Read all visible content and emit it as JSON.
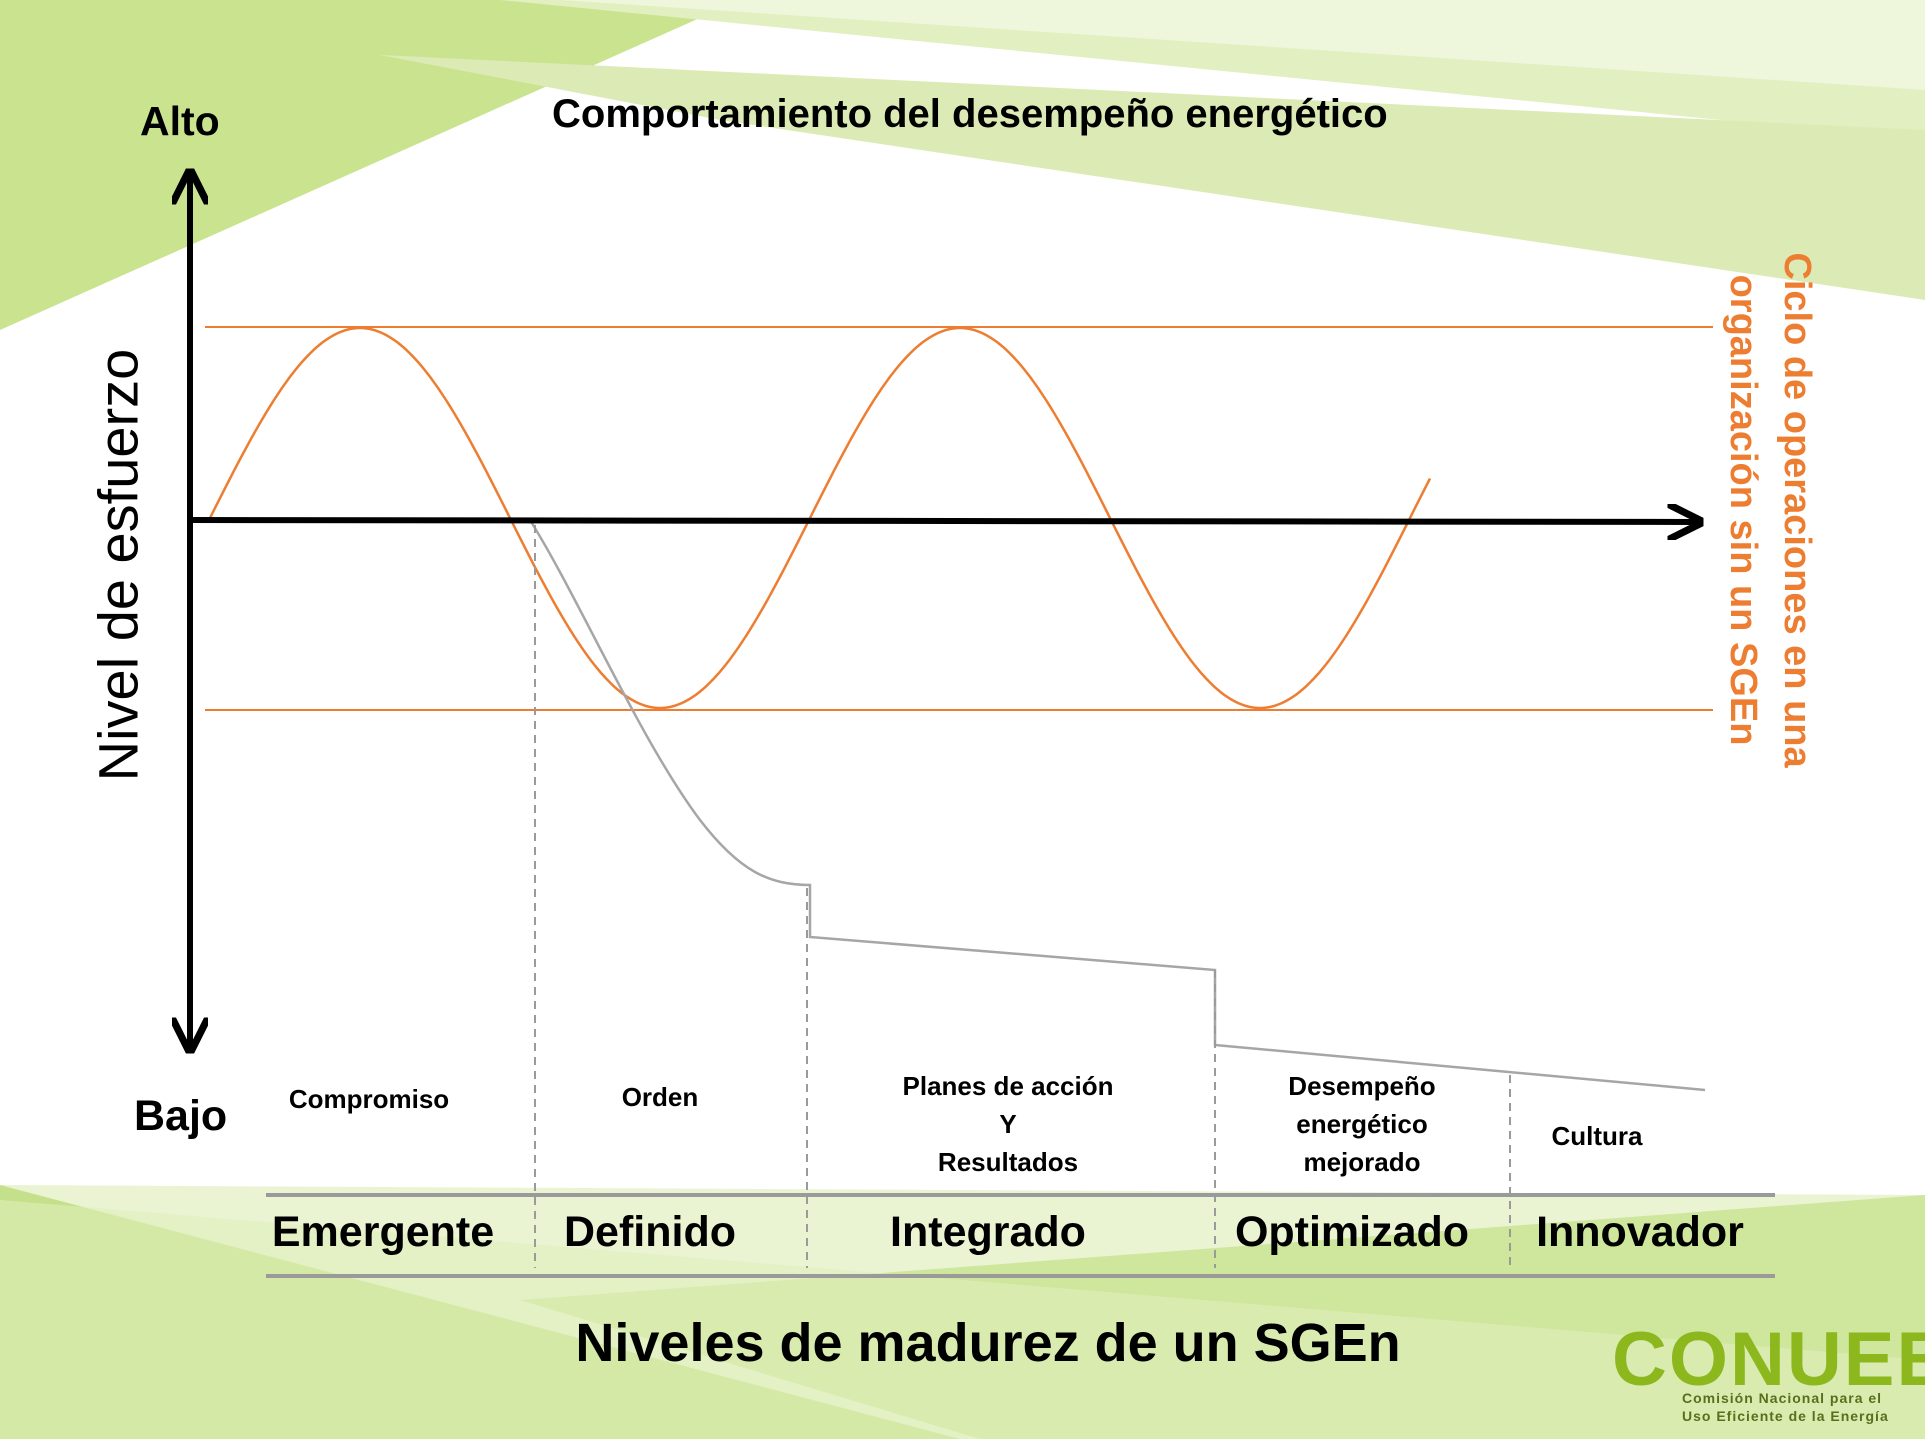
{
  "title": "Comportamiento del desempeño energético",
  "y_axis": {
    "label": "Nivel de esfuerzo",
    "high": "Alto",
    "low": "Bajo"
  },
  "cycle_label": [
    "Ciclo de operaciones en una",
    "organización sin un SGEn"
  ],
  "stages": [
    {
      "lines": [
        "Compromiso"
      ]
    },
    {
      "lines": [
        "Orden"
      ]
    },
    {
      "lines": [
        "Planes de acción",
        "Y",
        "Resultados"
      ]
    },
    {
      "lines": [
        "Desempeño",
        "energético",
        "mejorado"
      ]
    },
    {
      "lines": [
        "Cultura"
      ]
    }
  ],
  "levels": [
    "Emergente",
    "Definido",
    "Integrado",
    "Optimizado",
    "Innovador"
  ],
  "bottom_title": "Niveles de madurez de un SGEn",
  "logo": {
    "name": "CONUEE",
    "subtitle": [
      "Comisión Nacional para el",
      "Uso Eficiente de la Energía"
    ]
  },
  "colors": {
    "cycle_curve": "#ed7d31",
    "maturity_curve": "#a6a6a6",
    "background_green": "#c5e08a",
    "logo_green": "#8cb81e"
  }
}
